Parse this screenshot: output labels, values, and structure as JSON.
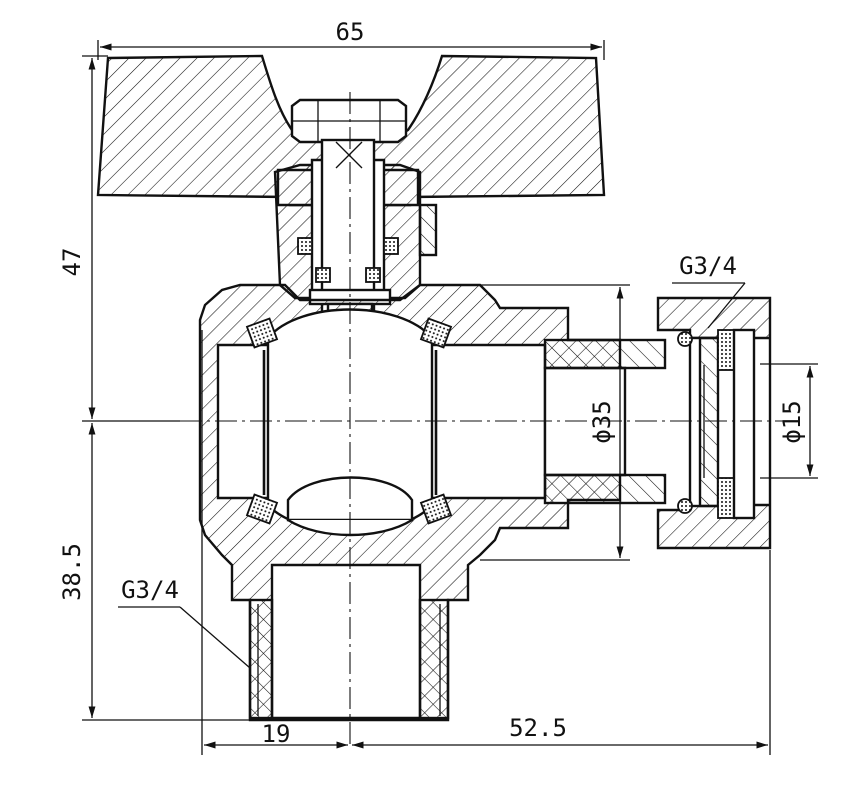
{
  "dimensions": {
    "overall_width": "65",
    "upper_height": "47",
    "lower_height": "38.5",
    "outlet_diameter": "ϕ35",
    "bore_diameter": "ϕ15",
    "left_offset": "19",
    "right_length": "52.5"
  },
  "threads": {
    "nut_thread": "G3/4",
    "inlet_thread": "G3/4"
  },
  "colors": {
    "line": "#111111",
    "background": "#ffffff"
  }
}
